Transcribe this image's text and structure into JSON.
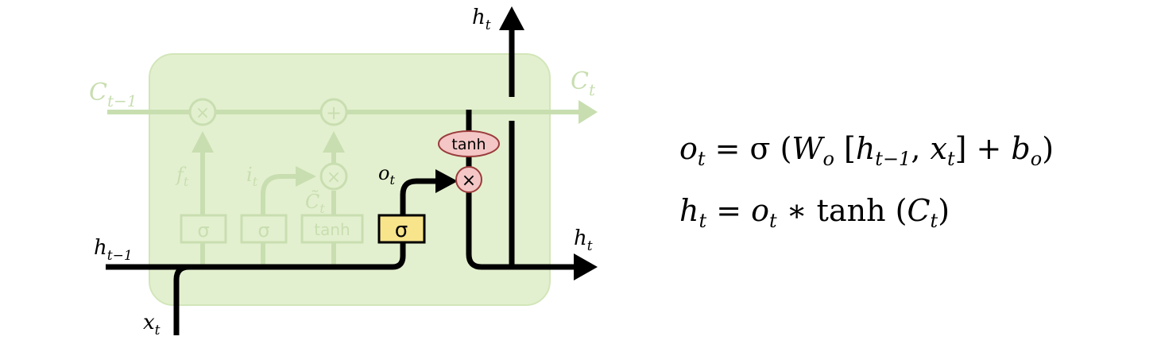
{
  "colors": {
    "cell_bg": "#e3f0cf",
    "cell_border": "#cfe3b4",
    "faded": "#c8deb0",
    "active": "#000000",
    "sigma_fill": "#f7e48b",
    "tanh_fill": "#f4c6c6",
    "tanh_stroke": "#9a3c3c"
  },
  "labels": {
    "h_top": {
      "base": "h",
      "sub": "t"
    },
    "c_prev": {
      "base": "C",
      "sub": "t−1"
    },
    "c_next": {
      "base": "C",
      "sub": "t"
    },
    "h_prev": {
      "base": "h",
      "sub": "t−1"
    },
    "h_right": {
      "base": "h",
      "sub": "t"
    },
    "x_in": {
      "base": "x",
      "sub": "t"
    },
    "o_t": {
      "base": "o",
      "sub": "t"
    },
    "f_t": {
      "base": "f",
      "sub": "t"
    },
    "i_t": {
      "base": "i",
      "sub": "t"
    },
    "c_tilde": {
      "base": "C̃",
      "sub": "t"
    }
  },
  "gates": {
    "forget_sigma": "σ",
    "input_sigma": "σ",
    "candidate_tanh": "tanh",
    "output_sigma": "σ",
    "output_tanh": "tanh",
    "mult1": "×",
    "add": "+",
    "mult2": "×",
    "mult_out": "×"
  },
  "equations": {
    "eq1": {
      "lhs": "o",
      "lhs_sub": "t",
      "eq": " = σ (",
      "W": "W",
      "W_sub": "o",
      "open_br": " [",
      "h": "h",
      "h_sub": "t−1",
      "comma": ", ",
      "x": "x",
      "x_sub": "t",
      "close_br": "]  +  ",
      "b": "b",
      "b_sub": "o",
      "close": ")"
    },
    "eq2": {
      "lhs": "h",
      "lhs_sub": "t",
      "eq": " = ",
      "o": "o",
      "o_sub": "t",
      "star": " ∗ tanh (",
      "C": "C",
      "C_sub": "t",
      "close": ")"
    }
  }
}
